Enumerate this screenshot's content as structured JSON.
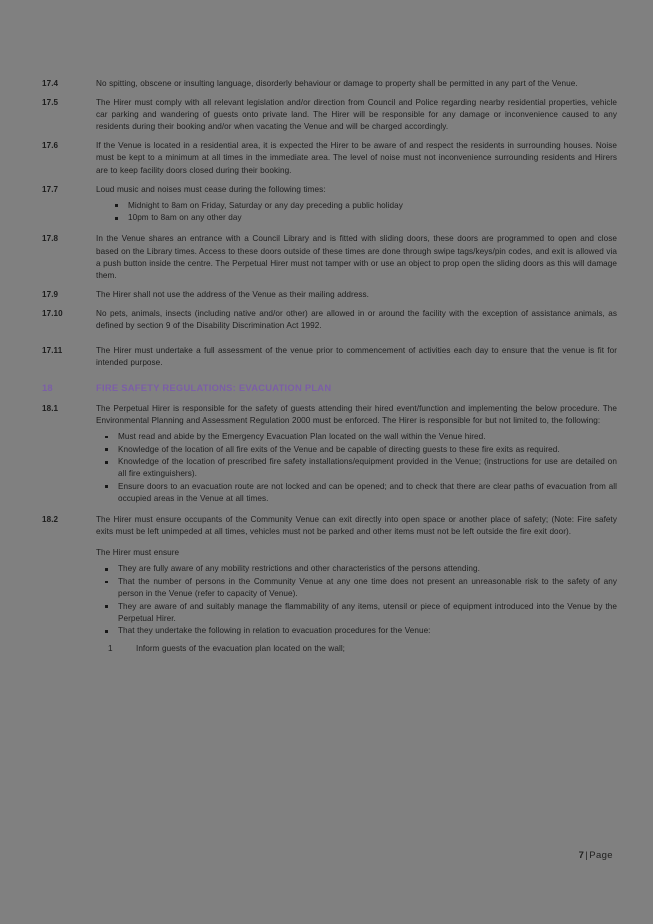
{
  "document": {
    "page_footer_number": "7",
    "page_footer_separator": "|",
    "page_footer_label": "Page",
    "accent_color": "#7b5ea7",
    "background_color": "#808080",
    "text_color": "#1c1c1c"
  },
  "clauses": [
    {
      "number": "17.4",
      "text": "No spitting, obscene or insulting language, disorderly behaviour or damage to property shall be permitted in any part of the Venue."
    },
    {
      "number": "17.5",
      "text": "The Hirer must comply with all relevant legislation and/or direction from Council and Police regarding nearby residential properties, vehicle car parking and wandering of guests onto private land. The Hirer will be responsible for any damage or inconvenience caused to any residents during their booking and/or when vacating the Venue and will be charged accordingly."
    },
    {
      "number": "17.6",
      "text": "If the Venue is located in a residential area, it is expected the Hirer to be aware of and respect the residents in surrounding houses. Noise must be kept to a minimum at all times in the immediate area. The level of noise must not inconvenience surrounding residents and Hirers are to keep facility doors closed during their booking."
    },
    {
      "number": "17.7",
      "text": "Loud music and noises must cease during the following times:",
      "bullets": [
        "Midnight to 8am on Friday, Saturday or any day preceding a public holiday",
        "10pm to 8am on any other day"
      ]
    },
    {
      "number": "17.8",
      "text": "In the Venue shares an entrance with a Council Library and is fitted with sliding doors, these doors are programmed to open and close based on the Library times. Access to these doors outside of these times are done through swipe tags/keys/pin codes, and exit is allowed via a push button inside the centre. The Perpetual Hirer must not tamper with or use an object to prop open the sliding doors as this will damage them."
    },
    {
      "number": "17.9",
      "text": "The Hirer shall not use the address of the Venue as their mailing address."
    },
    {
      "number": "17.10",
      "text": "No pets, animals, insects (including native and/or other) are allowed in or around the facility with the exception of assistance animals, as defined by section 9 of the Disability Discrimination Act 1992."
    },
    {
      "number": "17.11",
      "text": "The Hirer must undertake a full assessment of the venue prior to commencement of activities each day to ensure that the venue is fit for intended purpose."
    }
  ],
  "section18": {
    "number": "18",
    "heading": "FIRE SAFETY REGULATIONS: EVACUATION PLAN",
    "clause_18_1": {
      "number": "18.1",
      "text": "The Perpetual Hirer is responsible for the safety of guests attending their hired event/function and implementing the below procedure. The Environmental Planning and Assessment Regulation 2000 must be enforced. The Hirer is responsible for but not limited to, the following:",
      "bullets": [
        "Must read and abide by the Emergency Evacuation Plan located on the wall within the Venue hired.",
        "Knowledge of the location of all fire exits of the Venue and be capable of directing guests to these fire exits as required.",
        "Knowledge of the location of prescribed fire safety installations/equipment provided in the Venue; (instructions for use are detailed on all fire extinguishers).",
        "Ensure doors to an evacuation route are not locked and can be opened; and to check that there are clear paths of evacuation from all occupied areas in the Venue at all times."
      ]
    },
    "clause_18_2": {
      "number": "18.2",
      "text": "The Hirer must ensure occupants of the Community Venue can exit directly into open space or another place of safety; (Note: Fire safety exits must be left unimpeded at all times, vehicles must not be parked and other items must not be left outside the fire exit door).",
      "text2": "The Hirer must ensure",
      "bullets": [
        "They are fully aware of any mobility restrictions and other characteristics of the persons attending.",
        "That the number of persons in the Community Venue at any one time does not present an unreasonable risk to the safety of any person in the Venue (refer to capacity of Venue).",
        "They are aware of and suitably manage the flammability of any items, utensil or piece of equipment introduced into the Venue by the Perpetual Hirer.",
        "That they undertake the following in relation to evacuation procedures for the Venue:"
      ],
      "subnumbered": [
        {
          "num": "1",
          "text": "Inform guests of the evacuation plan located on the wall;"
        }
      ]
    }
  }
}
